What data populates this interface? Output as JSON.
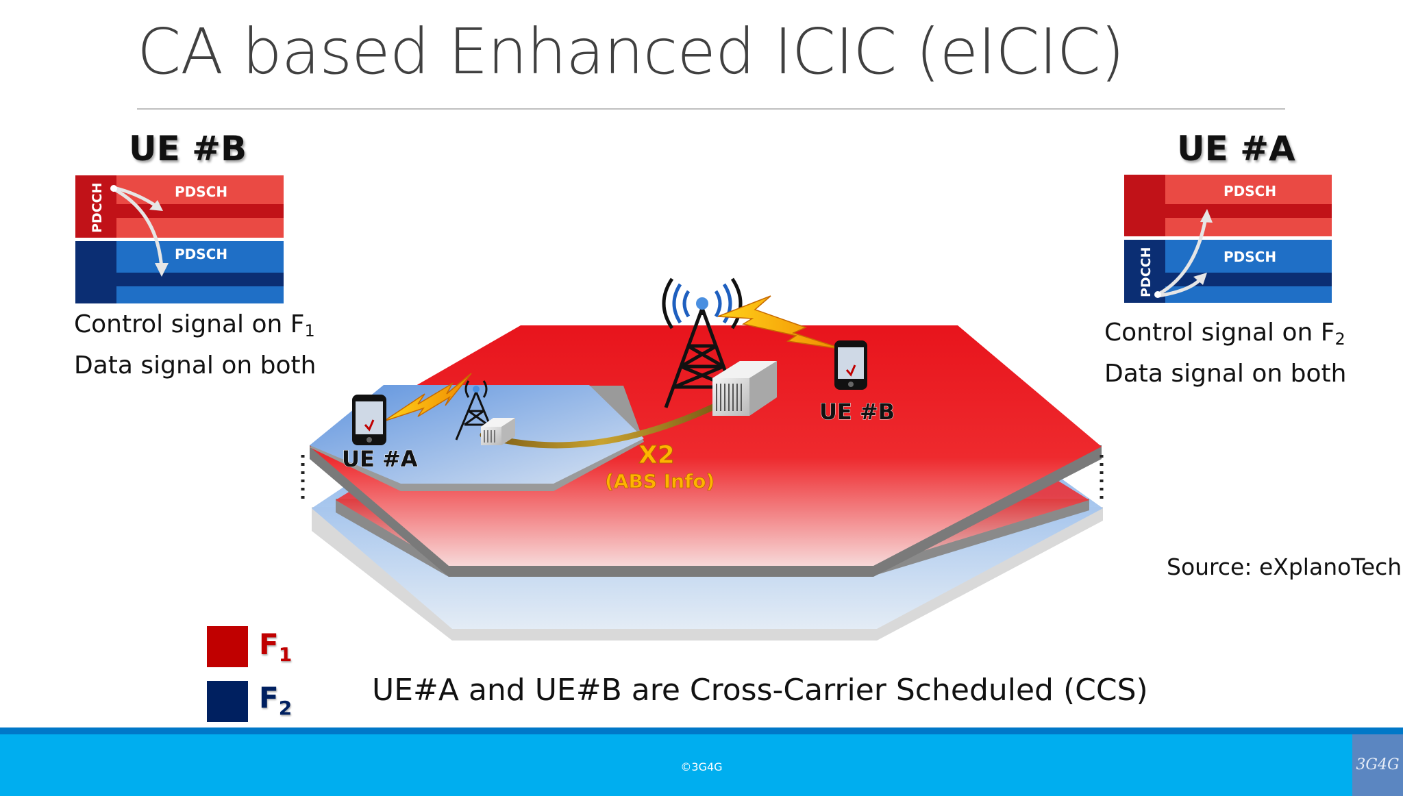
{
  "title": "CA based Enhanced ICIC (eICIC)",
  "ue_b_panel": {
    "heading": "UE #B",
    "pdcch_label": "PDCCH",
    "top_band_label": "PDSCH",
    "bottom_band_label": "PDSCH",
    "control_text": "Control signal on F",
    "control_sub": "1",
    "data_text": "Data signal on both"
  },
  "ue_a_panel": {
    "heading": "UE #A",
    "pdcch_label": "PDCCH",
    "top_band_label": "PDSCH",
    "bottom_band_label": "PDSCH",
    "control_text": "Control signal on F",
    "control_sub": "2",
    "data_text": "Data signal on both"
  },
  "diagram": {
    "ue_a_label": "UE #A",
    "ue_b_label": "UE #B",
    "x2_label": "X2",
    "x2_sub_label": "(ABS Info)"
  },
  "source": "Source: eXplanoTech",
  "ccs_text": "UE#A and UE#B are Cross-Carrier Scheduled (CCS)",
  "legend": [
    {
      "letter": "F",
      "sub": "1",
      "color": "#c00000"
    },
    {
      "letter": "F",
      "sub": "2",
      "color": "#002060"
    }
  ],
  "footer": {
    "copyright": "©3G4G",
    "logo": "3G4G",
    "bar_color": "#00aeef"
  }
}
